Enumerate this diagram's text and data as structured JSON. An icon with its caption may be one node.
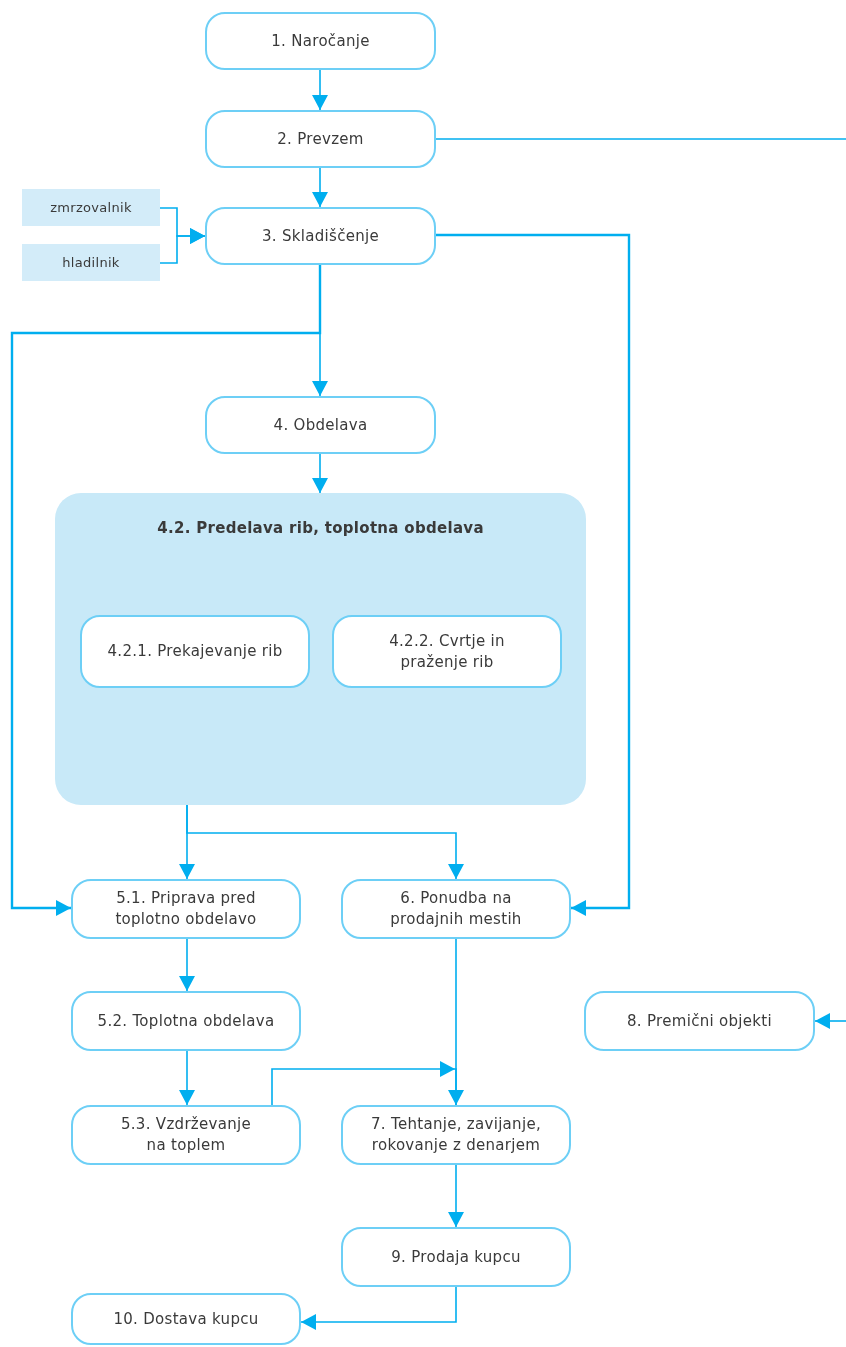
{
  "diagram": {
    "nodes": [
      {
        "text": [
          "1. Naročanje"
        ]
      },
      {
        "text": [
          "2. Prevzem"
        ]
      },
      {
        "text": [
          "zmrzovalnik"
        ]
      },
      {
        "text": [
          "hladilnik"
        ]
      },
      {
        "text": [
          "3. Skladiščenje"
        ]
      },
      {
        "text": [
          "4. Obdelava"
        ]
      },
      {
        "text": [
          "4.2. Predelava rib, toplotna obdelava"
        ]
      },
      {
        "text": [
          "4.2.1. Prekajevanje rib"
        ],
        "in": 6
      },
      {
        "text": [
          "4.2.2. Cvrtje in praženje rib"
        ],
        "in": 6
      },
      {
        "text": [
          "5.1. Priprava pred toplotno obdelavo"
        ]
      },
      {
        "text": [
          "6. Ponudba na prodajnih mestih"
        ]
      },
      {
        "text": [
          "5.2. Toplotna obdelava"
        ]
      },
      {
        "text": [
          "8. Premični objekti"
        ]
      },
      {
        "text": [
          "5.3. Vzdrževanje na toplem"
        ]
      },
      {
        "text": [
          "7. Tehtanje, zavijanje, rokovanje z denarjem"
        ]
      },
      {
        "text": [
          "9. Prodaja kupcu"
        ]
      },
      {
        "text": [
          "10. Dostava kupcu"
        ]
      }
    ],
    "edges": [
      {
        "from": 0,
        "to": 1,
        "arrow": "to"
      },
      {
        "from": 1,
        "to": 4,
        "arrow": "to"
      },
      {
        "from": 1,
        "to": null,
        "arrow": "none"
      },
      {
        "from": 2,
        "to": 4,
        "arrow": "to"
      },
      {
        "from": 3,
        "to": 4,
        "arrow": "to"
      },
      {
        "from": 4,
        "to": 5,
        "arrow": "to"
      },
      {
        "from": 4,
        "to": 9,
        "arrow": "to"
      },
      {
        "from": 4,
        "to": 10,
        "arrow": "to"
      },
      {
        "from": 5,
        "to": 6,
        "arrow": "to"
      },
      {
        "from": 6,
        "to": 9,
        "arrow": "to"
      },
      {
        "from": 6,
        "to": 10,
        "arrow": "to"
      },
      {
        "from": 9,
        "to": 11,
        "arrow": "to"
      },
      {
        "from": 11,
        "to": 13,
        "arrow": "to"
      },
      {
        "from": 10,
        "to": 14,
        "arrow": "to"
      },
      {
        "from": 13,
        "to": 14,
        "arrow": "to"
      },
      {
        "from": null,
        "to": 12,
        "arrow": "to"
      },
      {
        "from": 14,
        "to": 15,
        "arrow": "to"
      },
      {
        "from": 15,
        "to": 16,
        "arrow": "to"
      }
    ]
  }
}
